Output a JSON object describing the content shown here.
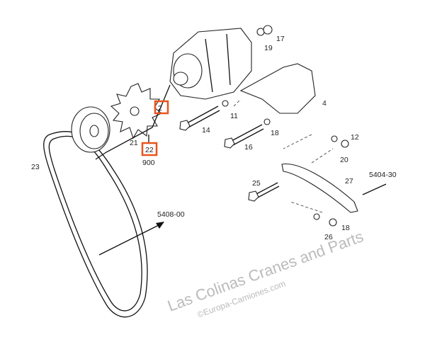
{
  "labels": {
    "l17": "17",
    "l19": "19",
    "l2": "2",
    "l4": "4",
    "l11": "11",
    "l14": "14",
    "l18a": "18",
    "l12": "12",
    "l16": "16",
    "l21": "21",
    "l22": "22",
    "l900": "900",
    "l20": "20",
    "l23": "23",
    "l25": "25",
    "l27": "27",
    "l5404": "5404-30",
    "l5408": "5408-00",
    "l18b": "18",
    "l26": "26"
  },
  "highlighted": [
    "2",
    "22"
  ],
  "watermark": {
    "main": "Las Colinas Cranes and Parts",
    "sub": "©Europa-Camiones.com"
  },
  "colors": {
    "highlight": "#e8541c",
    "line": "#111111"
  }
}
